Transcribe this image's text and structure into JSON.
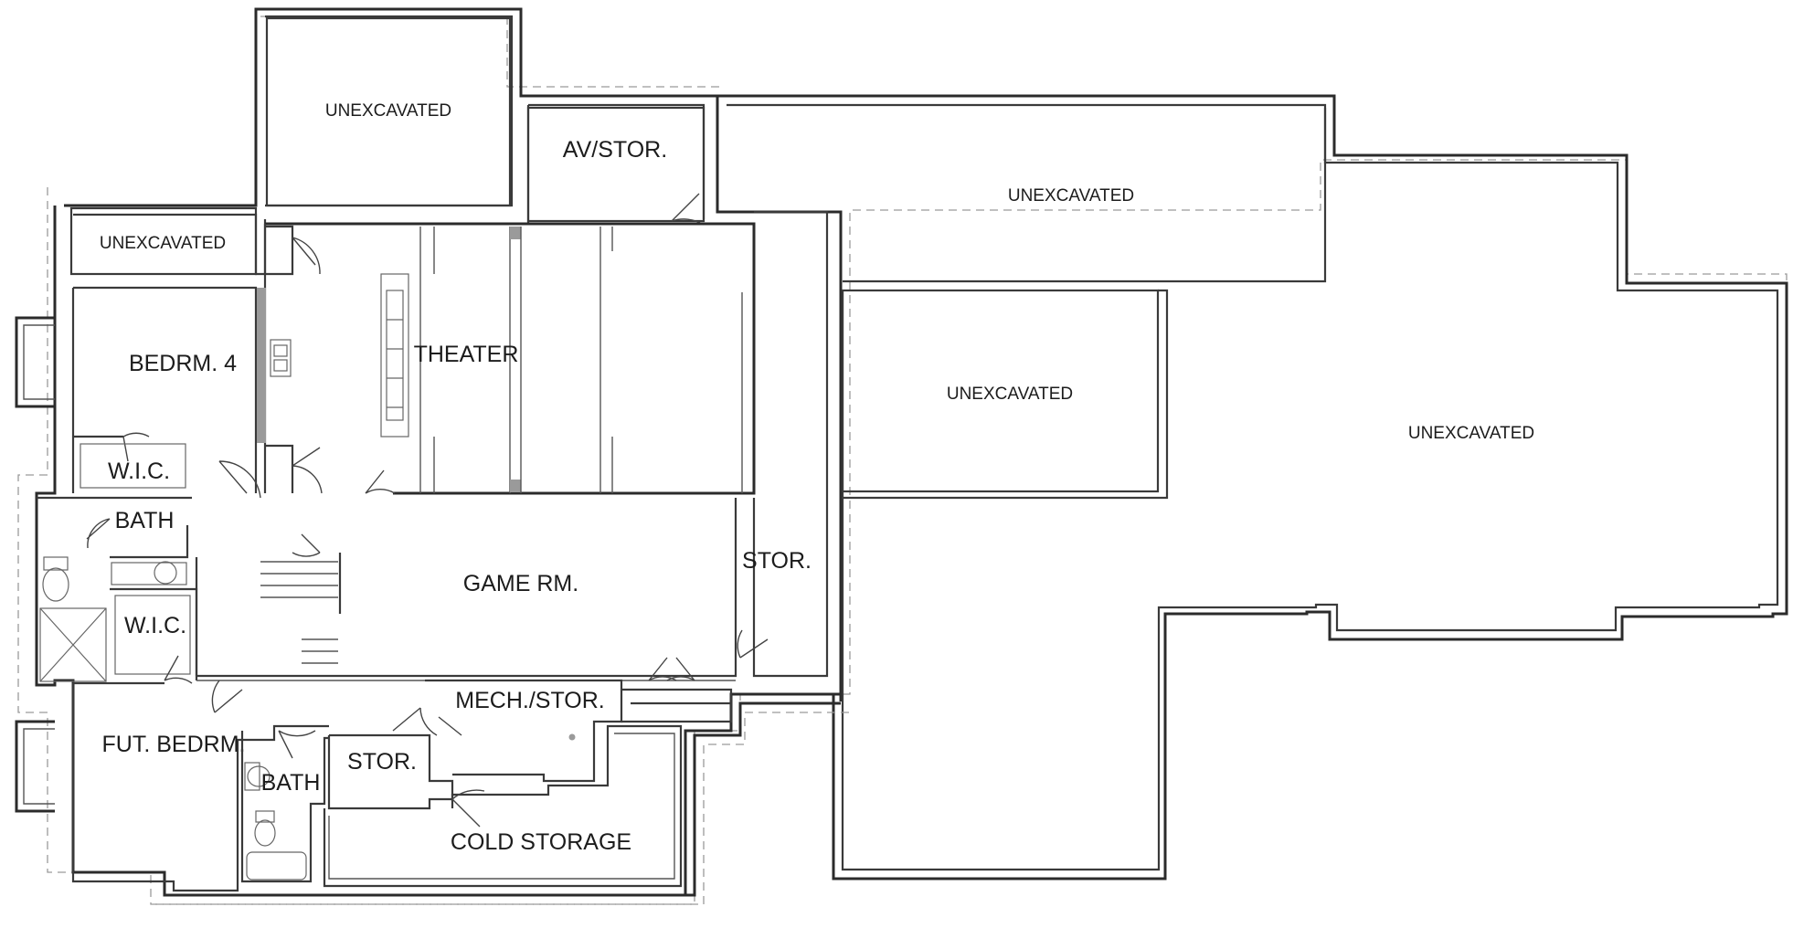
{
  "rooms": {
    "unexcavated_top": "UNEXCAVATED",
    "av_stor": "AV/STOR.",
    "unexcavated_upper_right": "UNEXCAVATED",
    "unexcavated_left": "UNEXCAVATED",
    "bedrm_4": "BEDRM. 4",
    "theater": "THEATER",
    "unexcavated_mid": "UNEXCAVATED",
    "unexcavated_far_right": "UNEXCAVATED",
    "wic_upper": "W.I.C.",
    "bath_upper": "BATH",
    "stor_right": "STOR.",
    "game_rm": "GAME RM.",
    "wic_lower": "W.I.C.",
    "mech_stor": "MECH./STOR.",
    "fut_bedrm": "FUT. BEDRM.",
    "stor_small": "STOR.",
    "bath_lower": "BATH",
    "cold_storage": "COLD STORAGE"
  }
}
